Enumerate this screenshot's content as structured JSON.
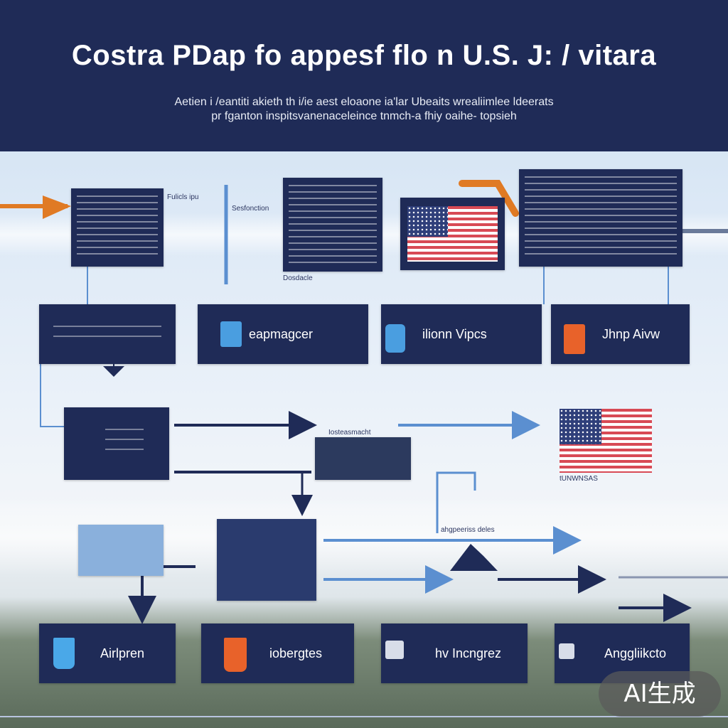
{
  "header": {
    "title": "Costra PDap fo appesf flo n U.S.   J: / vitara",
    "subtitle_line1": "Aetien i /eantiti akieth th i/ie aest eloaone ia'lar Ubeaits wrealiimlee ldeerats",
    "subtitle_line2": "pr fganton inspitsvanenaceleince tnmch-a fhiy oaihe- topsieh"
  },
  "row1": {
    "doc1": {
      "caption": "Fulicls ipu"
    },
    "doc2": {
      "caption": "Sesfonction"
    },
    "doc3": {
      "caption": "Dosdacle"
    }
  },
  "row2": {
    "box1_label": "",
    "box2_label": "eapmagcer",
    "box3_label": "ilionn Vipcs",
    "box4_label": "Jhnp Aivw"
  },
  "row3": {
    "caption_center": "Iosteasmacht",
    "caption_right": "tUNWNSAS"
  },
  "row4": {
    "caption": "ahgpeeriss deles"
  },
  "row5": {
    "box1_label": "Airlpren",
    "box2_label": "iobergtes",
    "box3_label": "hv Incngrez",
    "box4_label": "Anggliikcto"
  },
  "badge": "AI生成",
  "colors": {
    "navy": "#1f2b57",
    "accent_orange": "#e07a24",
    "accent_blue": "#4a9ee0",
    "wire_blue": "#5b8fd0"
  }
}
